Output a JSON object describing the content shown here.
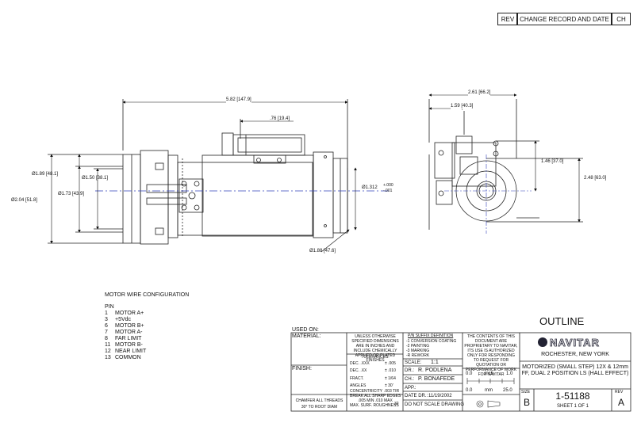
{
  "rev_block": {
    "rev": "REV",
    "change": "CHANGE RECORD AND DATE",
    "ch": "CH"
  },
  "dims": {
    "overall_length": "5.82 [147.9]",
    "offset_76": ".76 [19.4]",
    "dia_189": "Ø1.89 [48.1]",
    "dia_150": "Ø1.50 [38.1]",
    "dia_204": "Ø2.04 [51.8]",
    "dia_173": "Ø1.73 [43.9]",
    "dia_1312": "Ø1.312",
    "tol_plus": "+.000",
    "tol_minus": "-.001",
    "dia_188": "Ø1.88 [47.6]",
    "width_261": "2.61 [66.2]",
    "width_159": "1.59 [40.3]",
    "height_146": "1.46 [37.0]",
    "height_248": "2.48 [63.0]"
  },
  "motor_wire": {
    "title": "MOTOR WIRE CONFIGURATION",
    "pin_header": "PIN",
    "pins": [
      {
        "num": "1",
        "label": "MOTOR A+"
      },
      {
        "num": "3",
        "label": "+5Vdc"
      },
      {
        "num": "6",
        "label": "MOTOR B+"
      },
      {
        "num": "7",
        "label": "MOTOR A-"
      },
      {
        "num": "8",
        "label": "FAR LIMIT"
      },
      {
        "num": "11",
        "label": "MOTOR B-"
      },
      {
        "num": "12",
        "label": "NEAR LIMIT"
      },
      {
        "num": "13",
        "label": "COMMON"
      }
    ]
  },
  "title_block": {
    "used_on": "USED ON:",
    "material": "MATERIAL:",
    "finish": "FINISH:",
    "unless": "UNLESS OTHERWISE SPECIFIED DIMENSIONS ARE IN INCHES AND INCLUDE CHEMICALLY APPLIED OR PLATED FINISHES",
    "tolerances": "TOLERANCES:",
    "dec_xxx": "DEC. .XXX",
    "dec_xxx_val": "± .005",
    "dec_xx": "DEC. .XX",
    "dec_xx_val": "± .010",
    "fract": "FRACT.",
    "fract_val": "± 1/64",
    "angles": "ANGLES",
    "angles_val": "± 30'",
    "concentricity": "CONCENTRICITY",
    "concentricity_val": ".003 TIR",
    "break_edges": "BREAK ALL SHARP EDGES",
    "break_edges_val": ".005 MIN .010 MAX",
    "max_surf": "MAX. SURF. ROUGHNESS",
    "max_surf_val": "32",
    "chamfer": "CHAMFER ALL THREADS",
    "chamfer_val": "30° TO ROOT DIAM",
    "pin_suffix_title": "P/N SUFFIX DEFINITION",
    "pin_suffix": [
      "-1 CONVERSION COATING",
      "-2 PAINTING",
      "-3 MARKING",
      "-R REWORK"
    ],
    "scale_label": "SCALE:",
    "scale_val": "1:1",
    "dr_label": "DR.:",
    "dr_val": "R. PODLENA",
    "ch_label": "CH.:",
    "ch_val": "P. BONAFEDE",
    "app_label": "APP.:",
    "date_label": "DATE DR.:",
    "date_val": "11/19/2002",
    "do_not_scale": "DO NOT SCALE DRAWING",
    "proprietary": "THE CONTENTS OF THIS DOCUMENT ARE PROPRIETARY TO NAVITAR, ITS USE IS AUTHORIZED ONLY FOR RESPONDING TO REQUEST FOR QUOTATION OR PERFORMANCE OF WORK FOR NAVITAR",
    "scale_bar_inch": [
      "0.0",
      "inch",
      "1.0"
    ],
    "scale_bar_mm": [
      "0.0",
      "mm",
      "25.0"
    ],
    "outline": "OUTLINE",
    "company": "NAVITAR",
    "location": "ROCHESTER, NEW YORK",
    "description": "MOTORIZED (SMALL STEP) 12X & 12mm FF, DUAL 2 POSITION LS (HALL EFFECT)",
    "size_label": "SIZE",
    "size_val": "B",
    "part_number": "1-51188",
    "sheet": "SHEET 1 OF 1",
    "rev_label": "REV",
    "rev_val": "A"
  }
}
